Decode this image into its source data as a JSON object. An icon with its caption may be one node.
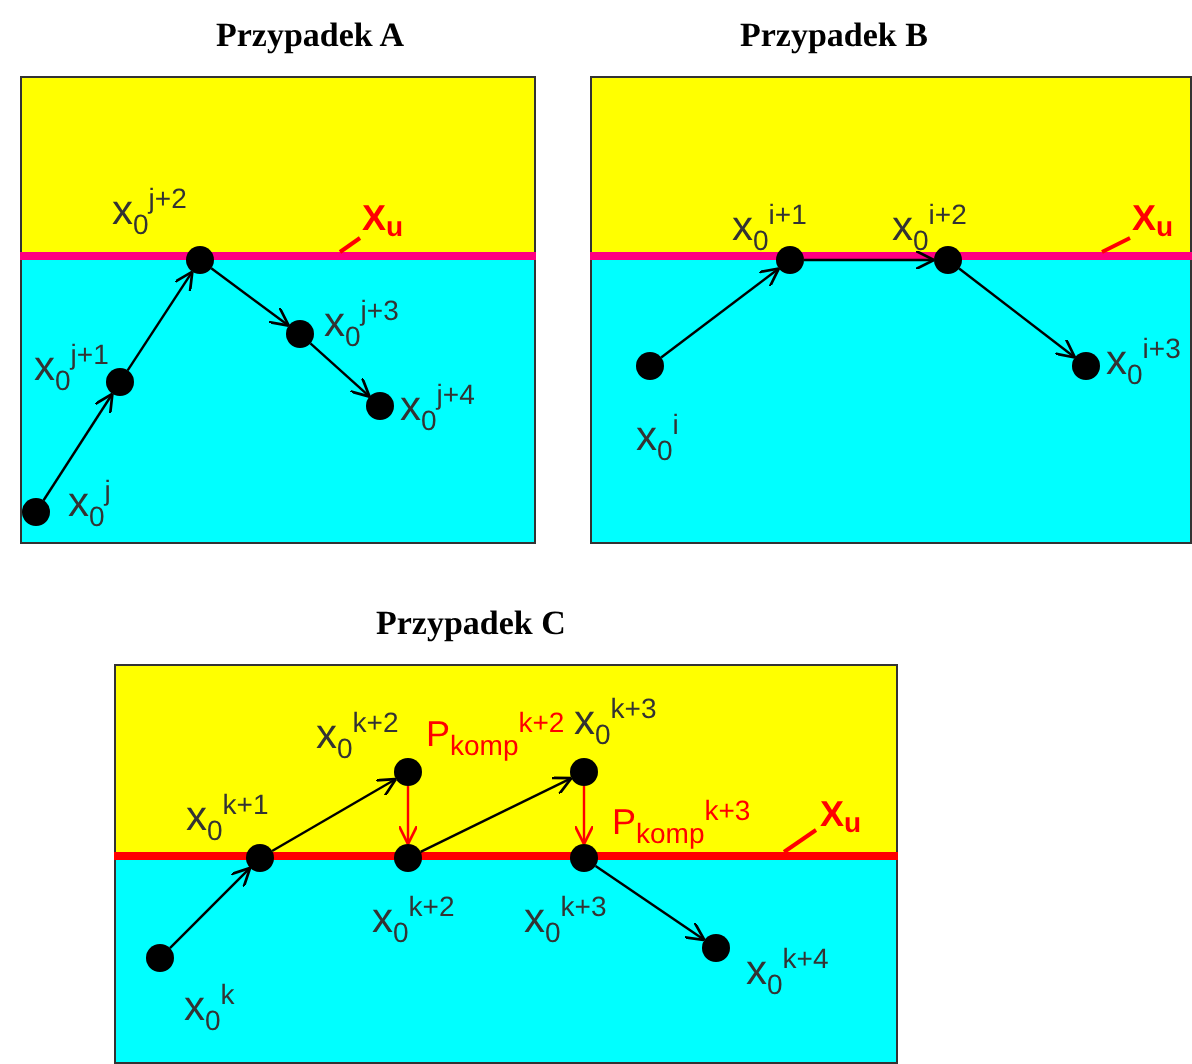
{
  "diagram": {
    "nodes": [
      {
        "text": [
          "Przypadek A"
        ]
      },
      {
        "text": [],
        "shape": "circle",
        "in": 0,
        "beside": [
          "x$_{0}$$^{j}$"
        ]
      },
      {
        "text": [],
        "shape": "circle",
        "in": 0,
        "beside": [
          "x$_{0}$$^{j+1}$"
        ]
      },
      {
        "text": [],
        "shape": "circle",
        "in": 0,
        "beside": [
          "x$_{0}$$^{j+2}$"
        ]
      },
      {
        "text": [],
        "shape": "circle",
        "in": 0,
        "beside": [
          "x$_{0}$$^{j+3}$"
        ]
      },
      {
        "text": [],
        "shape": "circle",
        "in": 0,
        "beside": [
          "x$_{0}$$^{j+4}$"
        ]
      },
      {
        "text": [
          "X$_{u}$"
        ],
        "in": 0
      },
      {
        "text": [],
        "shape": "line",
        "in": 0
      },
      {
        "text": [
          "Przypadek B"
        ]
      },
      {
        "text": [],
        "shape": "circle",
        "in": 8,
        "beside": [
          "x$_{0}$$^{i}$"
        ]
      },
      {
        "text": [],
        "shape": "circle",
        "in": 8,
        "beside": [
          "x$_{0}$$^{i+1}$"
        ]
      },
      {
        "text": [],
        "shape": "circle",
        "in": 8,
        "beside": [
          "x$_{0}$$^{i+2}$"
        ]
      },
      {
        "text": [],
        "shape": "circle",
        "in": 8,
        "beside": [
          "x$_{0}$$^{i+3}$"
        ]
      },
      {
        "text": [
          "X$_{u}$"
        ],
        "in": 8
      },
      {
        "text": [],
        "shape": "line",
        "in": 8
      },
      {
        "text": [
          "Przypadek C"
        ]
      },
      {
        "text": [],
        "shape": "circle",
        "in": 15,
        "beside": [
          "x$_{0}$$^{k}$"
        ]
      },
      {
        "text": [],
        "shape": "circle",
        "in": 15,
        "beside": [
          "x$_{0}$$^{k+1}$"
        ]
      },
      {
        "text": [],
        "shape": "circle",
        "in": 15,
        "beside": [
          "x$_{0}$$^{k+2}$"
        ]
      },
      {
        "text": [],
        "shape": "circle",
        "in": 15,
        "beside": [
          "x$_{0}$$^{k+2}$"
        ]
      },
      {
        "text": [],
        "shape": "circle",
        "in": 15,
        "beside": [
          "x$_{0}$$^{k+3}$"
        ]
      },
      {
        "text": [],
        "shape": "circle",
        "in": 15,
        "beside": [
          "x$_{0}$$^{k+3}$"
        ]
      },
      {
        "text": [],
        "shape": "circle",
        "in": 15,
        "beside": [
          "x$_{0}$$^{k+4}$"
        ]
      },
      {
        "text": [
          "X$_{u}$"
        ],
        "in": 15
      },
      {
        "text": [],
        "shape": "line",
        "in": 15
      }
    ],
    "edges": [
      {
        "from": 1,
        "to": 2,
        "arrow": "to"
      },
      {
        "from": 2,
        "to": 3,
        "arrow": "to"
      },
      {
        "from": 3,
        "to": 4,
        "arrow": "to"
      },
      {
        "from": 4,
        "to": 5,
        "arrow": "to"
      },
      {
        "from": 6,
        "to": 7,
        "arrow": "none",
        "color": "#ff0000"
      },
      {
        "from": 9,
        "to": 10,
        "arrow": "to"
      },
      {
        "from": 10,
        "to": 11,
        "arrow": "to"
      },
      {
        "from": 11,
        "to": 12,
        "arrow": "to"
      },
      {
        "from": 13,
        "to": 14,
        "arrow": "none",
        "color": "#ff0000"
      },
      {
        "from": 16,
        "to": 17,
        "arrow": "to"
      },
      {
        "from": 17,
        "to": 18,
        "arrow": "to"
      },
      {
        "from": 18,
        "to": 19,
        "arrow": "to",
        "label": "P$_{komp}$$^{k+2}$",
        "color": "#ff0000"
      },
      {
        "from": 19,
        "to": 20,
        "arrow": "to"
      },
      {
        "from": 20,
        "to": 21,
        "arrow": "to",
        "label": "P$_{komp}$$^{k+3}$",
        "color": "#ff0000"
      },
      {
        "from": 21,
        "to": 22,
        "arrow": "to"
      },
      {
        "from": 23,
        "to": 24,
        "arrow": "none",
        "color": "#ff0000"
      }
    ]
  }
}
